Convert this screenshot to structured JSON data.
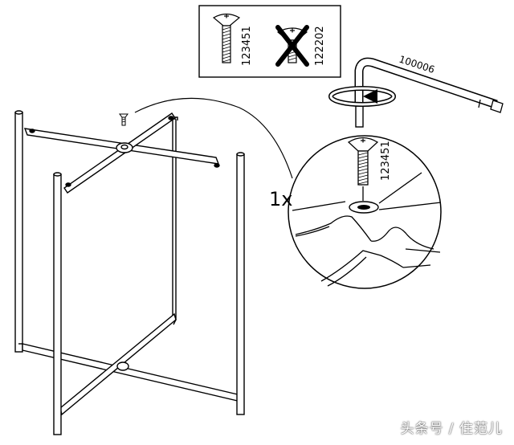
{
  "parts_box": {
    "ok_screw_code": "123451",
    "wrong_screw_code": "122202"
  },
  "tool_code": "100006",
  "detail": {
    "screw_code": "123451",
    "quantity": "1x"
  },
  "watermark": "头条号 / 住范儿"
}
